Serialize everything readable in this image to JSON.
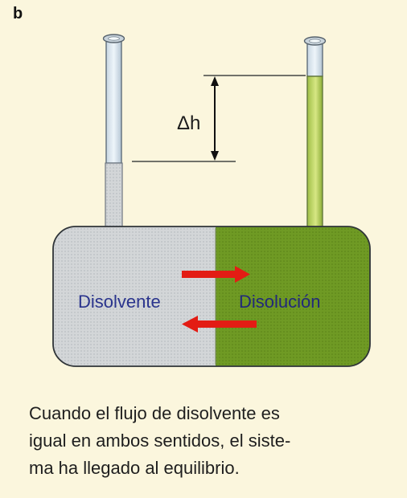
{
  "panel": {
    "letter": "b"
  },
  "diagram": {
    "height_difference_label": "Δh",
    "left_chamber_label": "Disolvente",
    "right_chamber_label": "Disolución",
    "solvent_color": "#d3d6d8",
    "solution_color": "#6f9a24",
    "solution_light_color": "#b9cf63",
    "arrow_color": "#e31c14"
  },
  "caption": {
    "text": "Cuando el flujo de disolvente es\nigual en ambos sentidos, el siste-\nma ha llegado al equilibrio."
  }
}
